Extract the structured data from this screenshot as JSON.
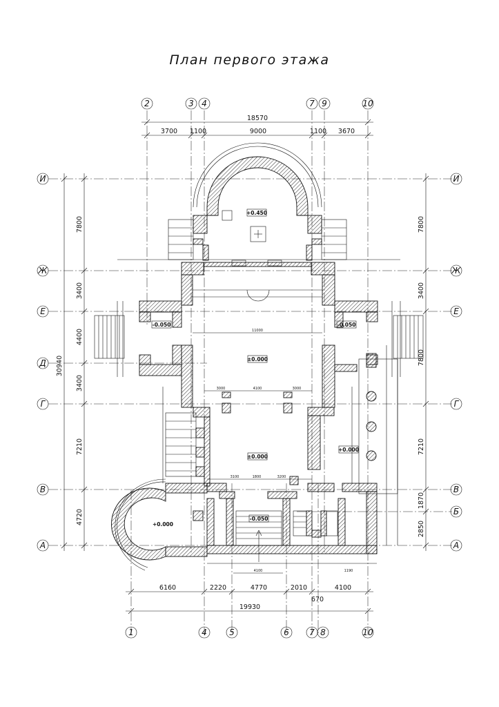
{
  "title": "План первого этажа",
  "axes_top": [
    "2",
    "3",
    "4",
    "7",
    "9",
    "10"
  ],
  "axes_bottom": [
    "1",
    "4",
    "5",
    "6",
    "7",
    "8",
    "10"
  ],
  "axes_rows_left": [
    "И",
    "Ж",
    "Е",
    "Д",
    "Г",
    "В",
    "А"
  ],
  "axes_rows_right": [
    "И",
    "Ж",
    "Е",
    "Г",
    "В",
    "Б",
    "А"
  ],
  "dims_top": {
    "overall": "18570",
    "d1": "3700",
    "d2": "1100",
    "d3": "9000",
    "d4": "1100",
    "d5": "3670"
  },
  "dims_bottom": {
    "d1": "6160",
    "d2": "2220",
    "d3": "4770",
    "d4": "2010",
    "d5": "4100",
    "small": "670",
    "overall": "19930"
  },
  "dims_left": {
    "d1": "7800",
    "d2": "3400",
    "d3": "4400",
    "d4": "3400",
    "d5": "7210",
    "d6": "4720",
    "overall": "30940"
  },
  "dims_right": {
    "d1": "7800",
    "d2": "3400",
    "d3": "7800",
    "d4": "7210",
    "d5": "1870",
    "d6": "2850"
  },
  "level_marks": {
    "apse": "+0.450",
    "left_wing": "-0.050",
    "right_wing": "-0.050",
    "nave": "±0.000",
    "lower_hall": "±0.000",
    "right_mid": "+0.000",
    "round_room": "+0.000",
    "entrance": "-0.050"
  },
  "inner_dims": {
    "lower_1": "3100",
    "lower_2": "1800",
    "lower_3": "3200",
    "lower_4": "4100",
    "lower_5": "1190",
    "nave_w": "11000",
    "mid_1": "3000",
    "mid_2": "4100",
    "mid_3": "3000"
  }
}
